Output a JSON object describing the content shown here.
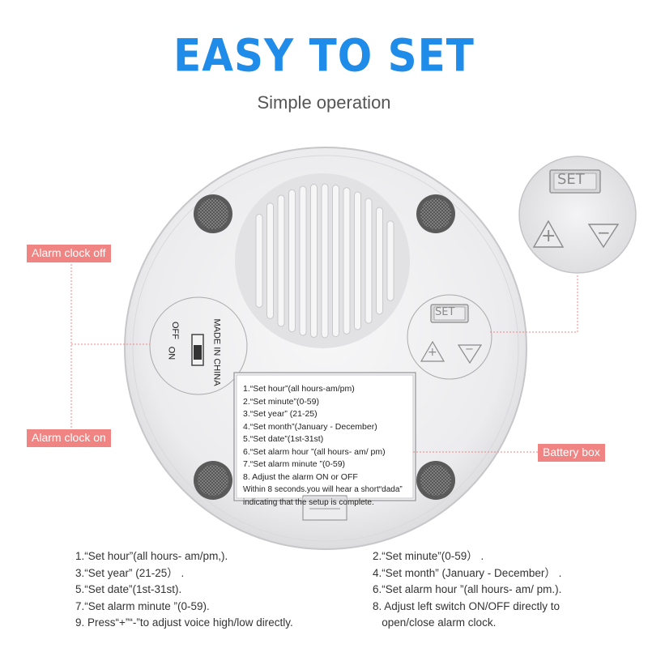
{
  "header": {
    "title": "EASY TO SET",
    "subtitle": "Simple operation"
  },
  "callouts": {
    "alarm_off": "Alarm clock off",
    "alarm_on": "Alarm clock on",
    "battery_box": "Battery box"
  },
  "switch": {
    "on_label": "ON",
    "off_label": "OFF",
    "made_in": "MADE IN CHINA"
  },
  "buttons": {
    "set_label": "SET",
    "plus_symbol": "+",
    "minus_symbol": "−"
  },
  "battery_panel": {
    "lines": [
      "1.“Set hour”(all hours-am/pm)",
      "2.“Set minute”(0-59)",
      "3.“Set year” (21-25)",
      "4.“Set month”(January - December)",
      "5.“Set date”(1st-31st)",
      "6.“Set alarm hour ”(all hours- am/ pm)",
      "7.“Set alarm minute ”(0-59)",
      "8. Adjust the alarm ON or OFF",
      "Within 8 seconds.you will hear a short“dada”",
      "indicating that the setup is complete."
    ]
  },
  "instructions": {
    "left": [
      "1.“Set hour”(all hours- am/pm,).",
      "3.“Set year” (21-25） .",
      "5.“Set date”(1st-31st).",
      "7.“Set alarm minute ”(0-59).",
      "9. Press“+”“-”to adjust voice high/low directly."
    ],
    "right": [
      "2.“Set minute”(0-59） .",
      "4.“Set month” (January - December） .",
      "6.“Set alarm hour ”(all hours- am/ pm.).",
      "8. Adjust left switch ON/OFF directly to",
      "   open/close alarm clock."
    ]
  },
  "colors": {
    "title_blue": "#1e8ce8",
    "callout_salmon": "#ef8483",
    "device_gray": "#e9e9eb"
  }
}
